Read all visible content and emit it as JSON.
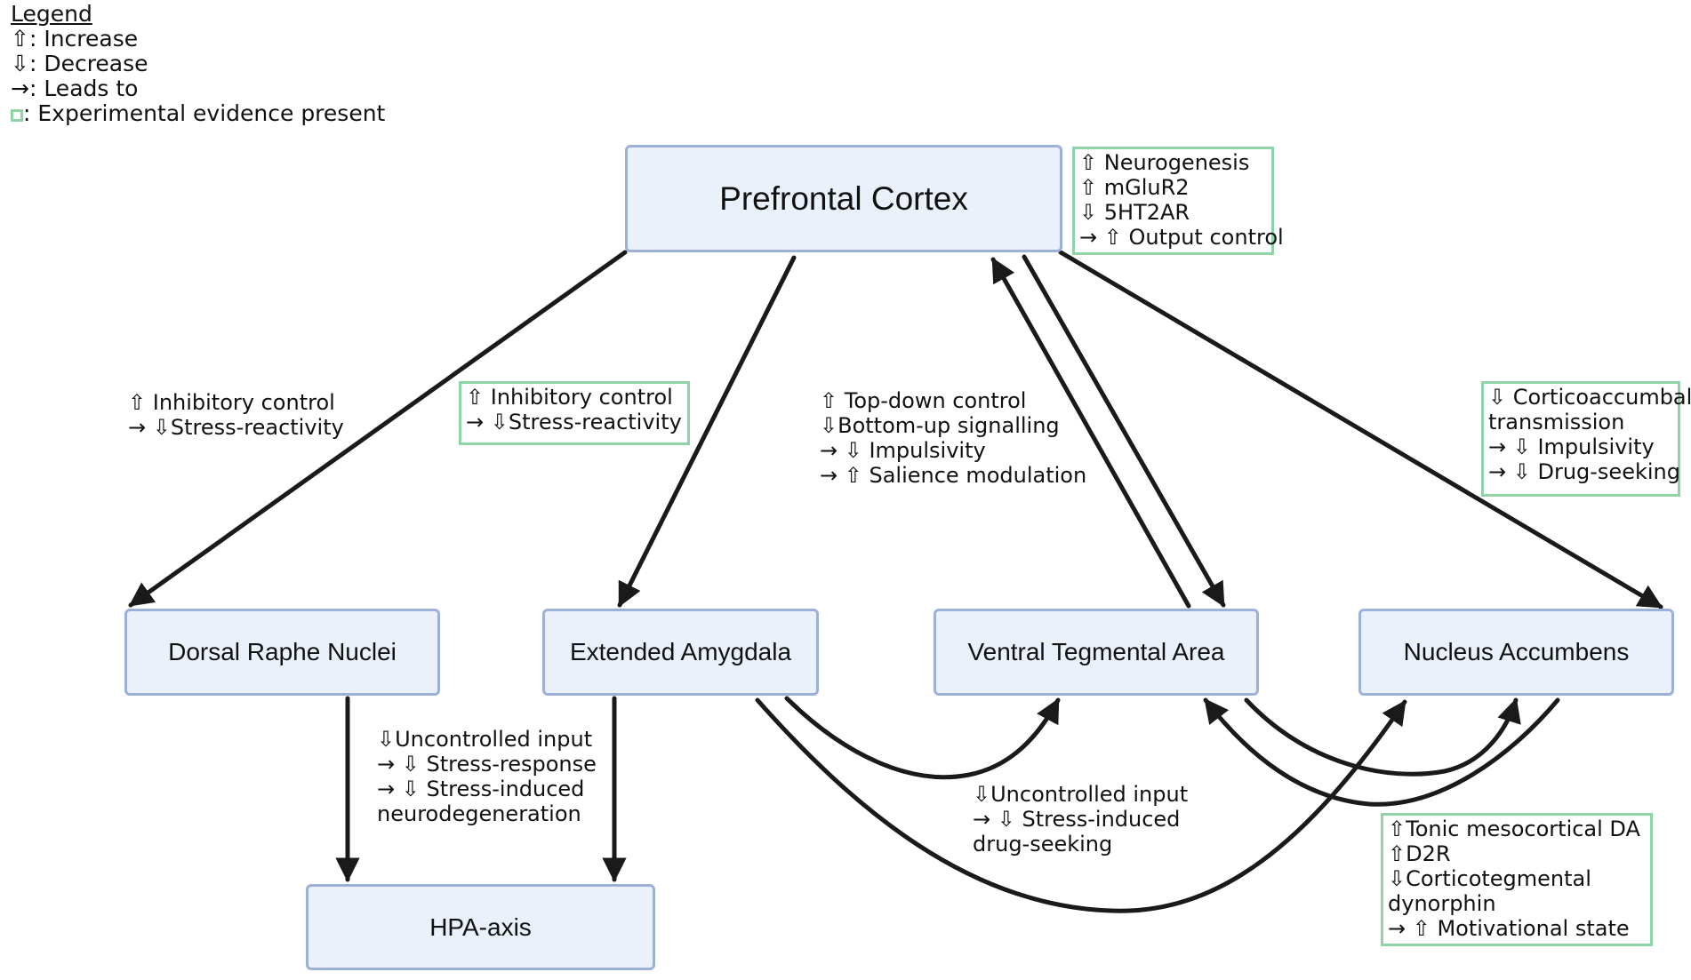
{
  "legend": {
    "title": "Legend",
    "items": [
      {
        "symbol": "⇧",
        "label": ": Increase"
      },
      {
        "symbol": "⇩",
        "label": ": Decrease"
      },
      {
        "symbol": "→",
        "label": ": Leads to"
      },
      {
        "symbol": "box",
        "label": ": Experimental evidence present"
      }
    ]
  },
  "nodes": {
    "pfc": "Prefrontal Cortex",
    "drn": "Dorsal Raphe Nuclei",
    "amy": "Extended Amygdala",
    "vta": "Ventral Tegmental Area",
    "nac": "Nucleus Accumbens",
    "hpa": "HPA-axis"
  },
  "annotations": {
    "pfc_box": [
      "⇧ Neurogenesis",
      "⇧ mGluR2",
      "⇩ 5HT2AR",
      "→ ⇧ Output control"
    ],
    "pfc_drn": [
      "⇧ Inhibitory control",
      "→ ⇩Stress-reactivity"
    ],
    "pfc_amy_box": [
      "⇧ Inhibitory control",
      "→ ⇩Stress-reactivity"
    ],
    "pfc_vta": [
      "⇧ Top-down control",
      "⇩Bottom-up signalling",
      "→ ⇩ Impulsivity",
      "→ ⇧ Salience modulation"
    ],
    "pfc_nac_box": [
      "⇩ Corticoaccumbal",
      "transmission",
      "→ ⇩ Impulsivity",
      "→ ⇩ Drug-seeking"
    ],
    "drn_hpa": [
      "⇩Uncontrolled input",
      "→ ⇩ Stress-response",
      "→ ⇩ Stress-induced",
      "neurodegeneration"
    ],
    "amy_vta_nac": [
      "⇩Uncontrolled input",
      "→ ⇩ Stress-induced",
      "drug-seeking"
    ],
    "vta_nac_box": [
      "⇧Tonic mesocortical DA",
      "⇧D2R",
      "⇩Corticotegmental",
      "dynorphin",
      "→ ⇧ Motivational state"
    ]
  },
  "colors": {
    "node_fill": "#eaf1fb",
    "node_border": "#9db0d7",
    "evidence_border": "#8fd3a6",
    "arrow": "#1a1a1a"
  }
}
